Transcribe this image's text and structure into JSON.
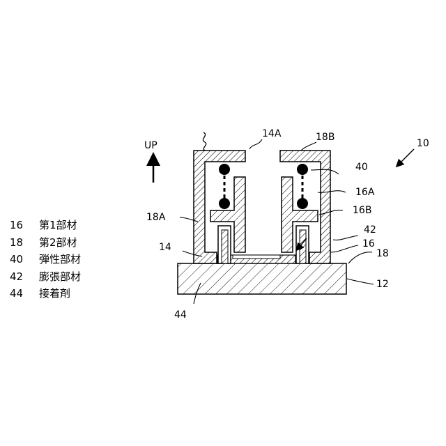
{
  "direction_label": "UP",
  "labels": {
    "ref_10": "10",
    "ref_12": "12",
    "ref_14": "14",
    "ref_14A": "14A",
    "ref_16": "16",
    "ref_16A": "16A",
    "ref_16B": "16B",
    "ref_18": "18",
    "ref_18A": "18A",
    "ref_18B": "18B",
    "ref_40": "40",
    "ref_42": "42",
    "ref_44": "44"
  },
  "legend": [
    {
      "num": "16",
      "text": "第1部材"
    },
    {
      "num": "18",
      "text": "第2部材"
    },
    {
      "num": "40",
      "text": "弾性部材"
    },
    {
      "num": "42",
      "text": "膨張部材"
    },
    {
      "num": "44",
      "text": "接着剤"
    }
  ]
}
